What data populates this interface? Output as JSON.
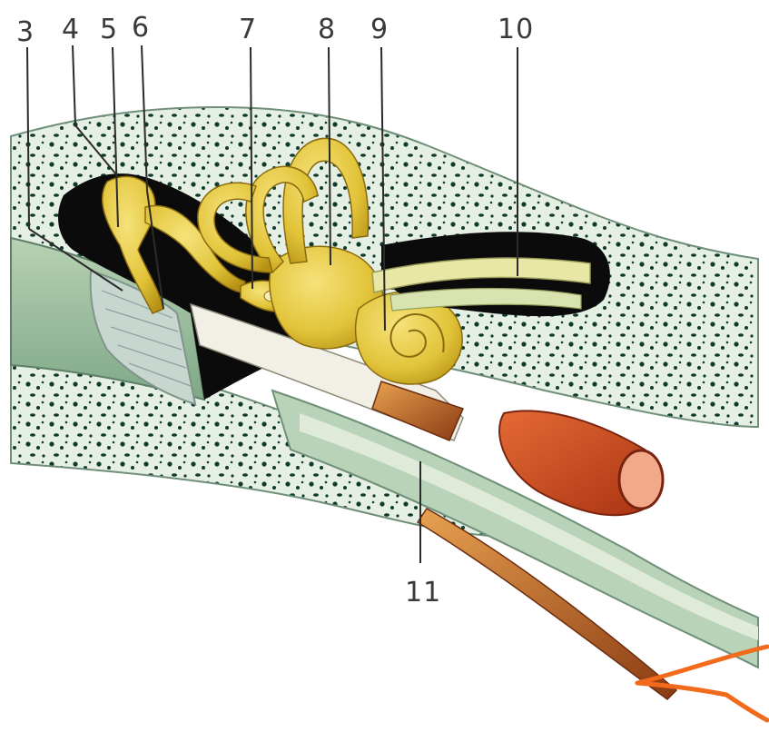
{
  "diagram": {
    "callouts": [
      {
        "id": "3",
        "text": "3"
      },
      {
        "id": "4",
        "text": "4"
      },
      {
        "id": "5",
        "text": "5"
      },
      {
        "id": "6",
        "text": "6"
      },
      {
        "id": "7",
        "text": "7"
      },
      {
        "id": "8",
        "text": "8"
      },
      {
        "id": "9",
        "text": "9"
      },
      {
        "id": "10",
        "text": "10"
      },
      {
        "id": "11",
        "text": "11"
      }
    ],
    "colors": {
      "bone": "#e6efe4",
      "bone_pores": "#0e3b2c",
      "canal": "#9bbf9c",
      "cavity": "#0b0b0b",
      "labyrinth": "#e2c43a",
      "labyrinth_shade": "#b48f12",
      "tympanic_membrane": "#c7d6cf",
      "muscle": "#c1441d",
      "tendon": "#d98a3a",
      "annotation_stroke": "#f26a1b"
    }
  }
}
